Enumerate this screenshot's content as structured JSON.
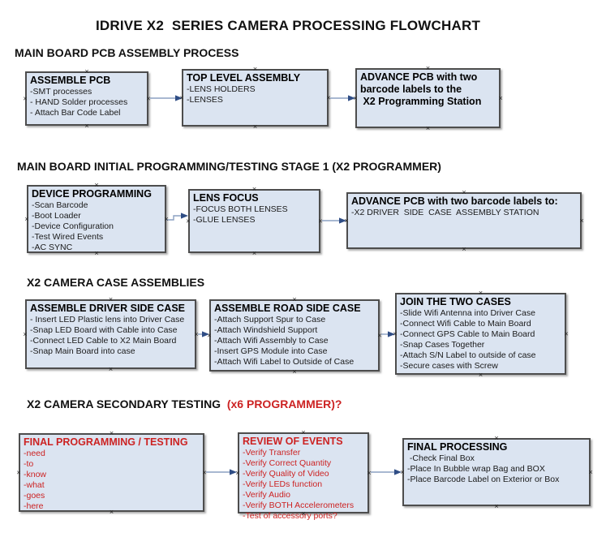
{
  "title": "IDRIVE X2  SERIES CAMERA PROCESSING FLOWCHART",
  "colors": {
    "box_fill": "#dbe4f1",
    "box_border": "#4d4d4d",
    "red_text": "#cc2222",
    "arrow_line": "#8ba1c2",
    "arrow_head": "#2f4d85"
  },
  "sections": [
    {
      "header": "MAIN BOARD PCB ASSEMBLY PROCESS",
      "header_red": "",
      "boxes": [
        {
          "title": "ASSEMBLE PCB",
          "lines": [
            "-SMT processes",
            "- HAND Solder processes",
            "- Attach Bar Code Label"
          ]
        },
        {
          "title": "TOP LEVEL ASSEMBLY",
          "lines": [
            "-LENS HOLDERS",
            "-LENSES"
          ]
        },
        {
          "title": "ADVANCE PCB with two\nbarcode labels to the\n X2 Programming Station",
          "lines": []
        }
      ]
    },
    {
      "header": "MAIN BOARD INITIAL PROGRAMMING/TESTING STAGE 1 (X2 PROGRAMMER)",
      "header_red": "",
      "boxes": [
        {
          "title": "DEVICE PROGRAMMING",
          "lines": [
            "-Scan Barcode",
            "-Boot Loader",
            "-Device Configuration",
            "-Test Wired Events",
            "-AC SYNC"
          ]
        },
        {
          "title": "LENS FOCUS",
          "lines": [
            "-FOCUS BOTH LENSES",
            "-GLUE LENSES"
          ]
        },
        {
          "title": "ADVANCE PCB with two barcode labels to:",
          "lines": [
            "-X2 DRIVER  SIDE  CASE  ASSEMBLY STATION"
          ]
        }
      ]
    },
    {
      "header": "X2 CAMERA CASE ASSEMBLIES",
      "header_red": "",
      "boxes": [
        {
          "title": "ASSEMBLE DRIVER SIDE CASE",
          "lines": [
            "- Insert LED Plastic lens into Driver Case",
            "-Snap LED Board with Cable into Case",
            "-Connect LED Cable to X2 Main Board",
            "-Snap Main Board into case"
          ]
        },
        {
          "title": "ASSEMBLE ROAD SIDE CASE",
          "lines": [
            "-Attach Support Spur to Case",
            "-Attach Windshield Support",
            "-Attach Wifi Assembly to Case",
            "-Insert GPS Module into Case",
            "-Attach Wifi Label to Outside of Case"
          ]
        },
        {
          "title": "JOIN THE TWO CASES",
          "lines": [
            "-Slide Wifi Antenna into Driver Case",
            "-Connect Wifi Cable to Main Board",
            "-Connect GPS Cable to Main Board",
            "-Snap Cases Together",
            "-Attach S/N Label to outside of case",
            "-Secure cases with Screw"
          ]
        }
      ]
    },
    {
      "header": "X2 CAMERA SECONDARY TESTING  ",
      "header_red": "(x6 PROGRAMMER)?",
      "boxes": [
        {
          "title": "FINAL PROGRAMMING / TESTING",
          "lines": [
            "-need",
            "-to",
            "-know",
            "-what",
            "-goes",
            "-here"
          ]
        },
        {
          "title": "REVIEW OF EVENTS",
          "lines": [
            "-Verify Transfer",
            "-Verify Correct Quantity",
            "-Verify Quality of Video",
            "-Verify LEDs function",
            "-Verify Audio",
            "-Verify BOTH Accelerometers",
            "-Test of accessory ports?"
          ]
        },
        {
          "title": "FINAL PROCESSING",
          "lines": [
            " -Check Final Box",
            "-Place In Bubble wrap Bag and BOX",
            "-Place Barcode Label on Exterior or Box"
          ]
        }
      ]
    }
  ]
}
